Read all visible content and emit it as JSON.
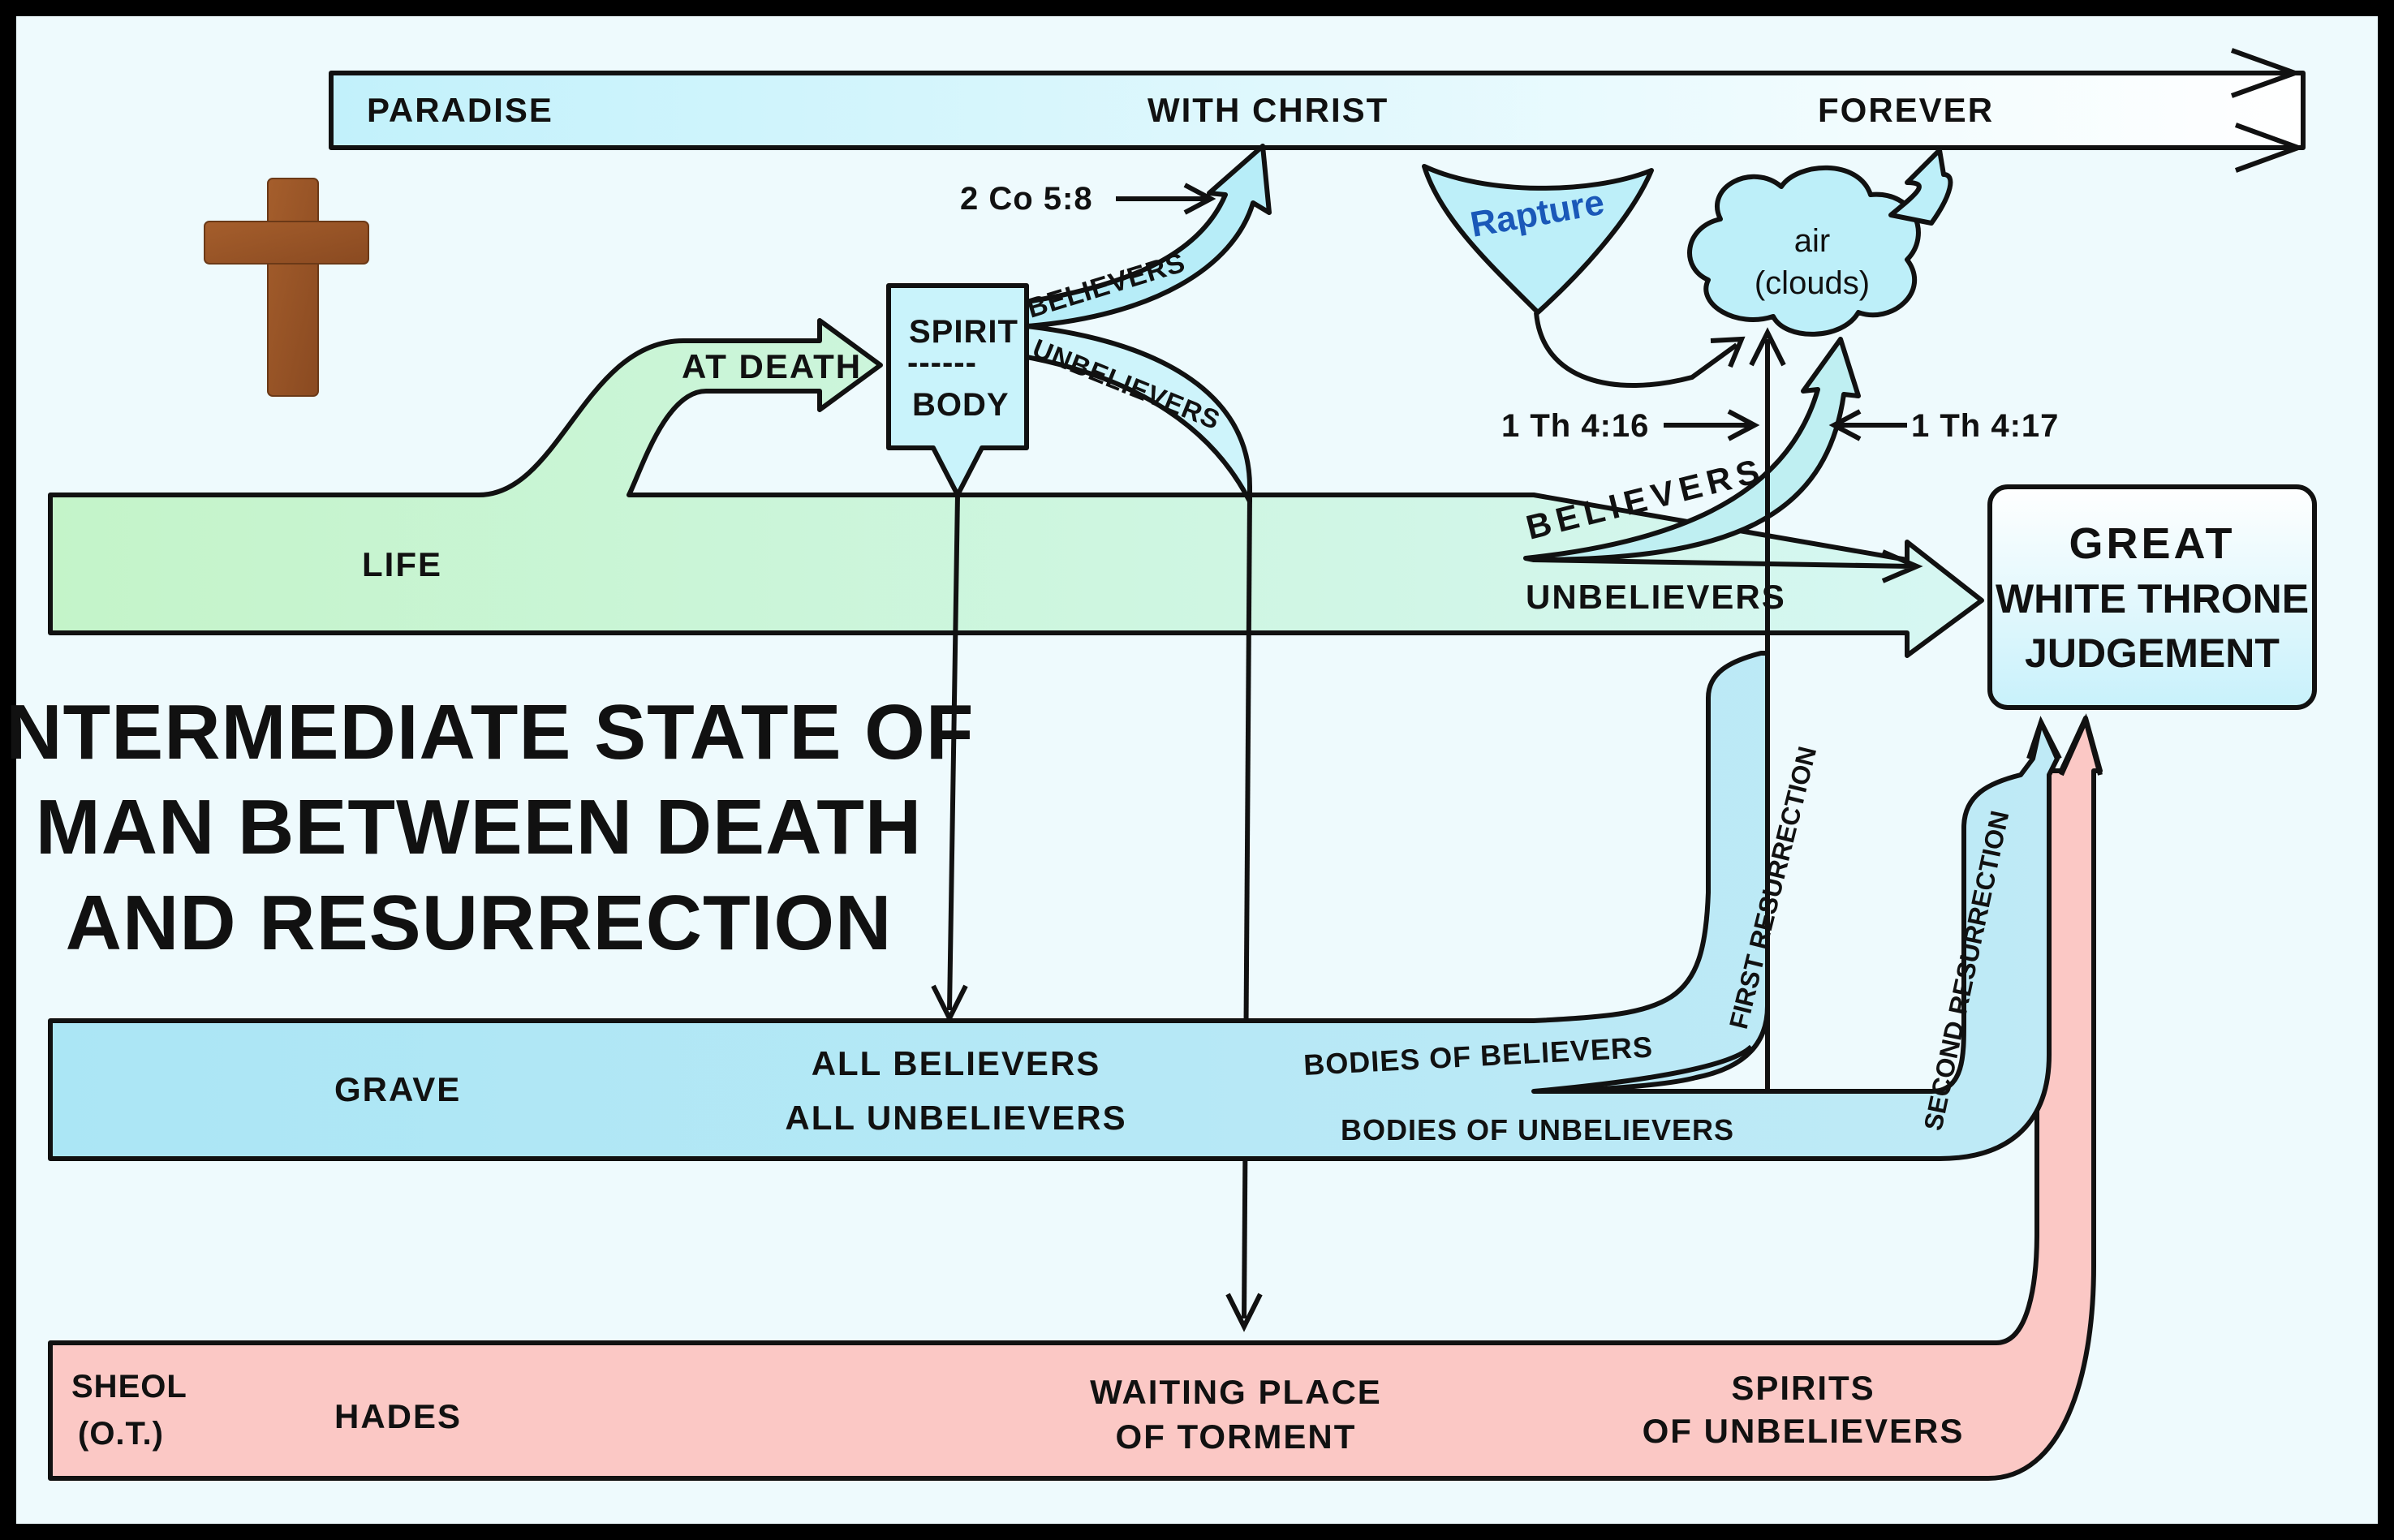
{
  "title_lines": [
    "INTERMEDIATE STATE OF",
    "MAN BETWEEN DEATH",
    "AND RESURRECTION"
  ],
  "paradise": {
    "left": "PARADISE",
    "middle": "WITH CHRIST",
    "right": "FOREVER"
  },
  "life": {
    "label": "LIFE",
    "at_death": "AT DEATH",
    "believers": "BELIEVERS",
    "unbelievers": "UNBELIEVERS"
  },
  "spirit_body": {
    "spirit": "SPIRIT",
    "divider": "------",
    "body": "BODY",
    "believers": "BELIEVERS",
    "unbelievers": "UNBELIEVERS"
  },
  "references": {
    "co": "2 Co 5:8",
    "th16": "1 Th 4:16",
    "th17": "1 Th 4:17"
  },
  "rapture": "Rapture",
  "cloud": {
    "line1": "air",
    "line2": "(clouds)"
  },
  "judgement": {
    "line1": "GREAT",
    "line2": "WHITE THRONE",
    "line3": "JUDGEMENT"
  },
  "grave": {
    "label": "GRAVE",
    "all_believers": "ALL BELIEVERS",
    "all_unbelievers": "ALL UNBELIEVERS",
    "bodies_believers": "BODIES OF BELIEVERS",
    "bodies_unbelievers": "BODIES OF UNBELIEVERS",
    "first_resurrection": "FIRST RESURRECTION",
    "second_resurrection": "SECOND RESURRECTION"
  },
  "sheol": {
    "label1": "SHEOL",
    "label2": "(O.T.)",
    "hades": "HADES",
    "waiting1": "WAITING PLACE",
    "waiting2": "OF TORMENT",
    "spirits1": "SPIRITS",
    "spirits2": "OF UNBELIEVERS"
  },
  "colors": {
    "frame": "#000000",
    "background": "#eefafd",
    "paradise": "#c9f3fb",
    "life": "#c8f5cd",
    "grave": "#ace6f4",
    "sheol": "#fbc8c5",
    "cross": "#9a5527",
    "rapture_text": "#1a58b8"
  },
  "icons": [
    "cross-icon",
    "cloud-icon",
    "rapture-bowl-icon"
  ]
}
